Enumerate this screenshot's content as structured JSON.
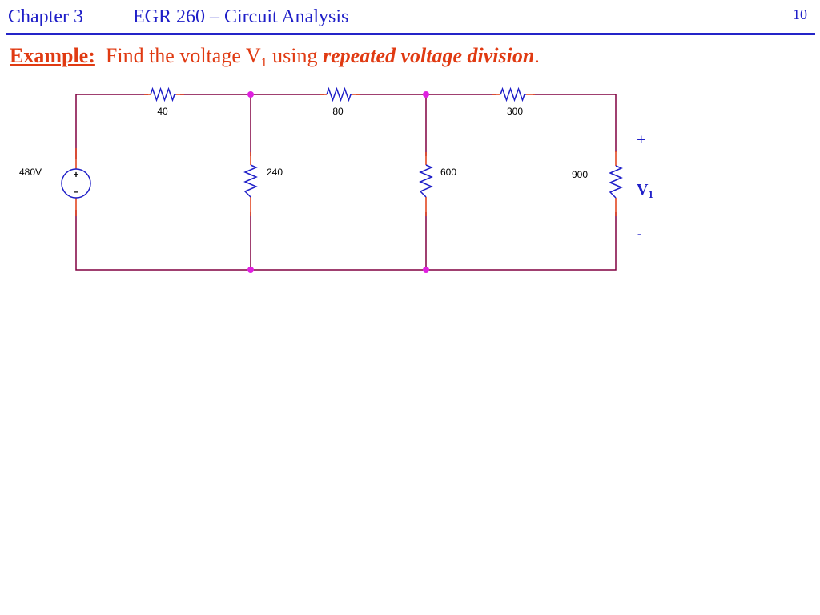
{
  "header": {
    "chapter": "Chapter 3",
    "course": "EGR 260 – Circuit Analysis",
    "page": "10"
  },
  "title": {
    "label": "Example:",
    "text_before": "Find the voltage V",
    "subscript": "1",
    "text_middle": " using ",
    "emphasis": "repeated voltage division",
    "period": "."
  },
  "circuit": {
    "source": {
      "value": "480V",
      "plus": "+",
      "minus": "–"
    },
    "resistors": [
      {
        "id": "r40",
        "value": "40"
      },
      {
        "id": "r240",
        "value": "240"
      },
      {
        "id": "r80",
        "value": "80"
      },
      {
        "id": "r600",
        "value": "600"
      },
      {
        "id": "r300",
        "value": "300"
      },
      {
        "id": "r900",
        "value": "900"
      }
    ],
    "output": {
      "plus": "+",
      "label": "V",
      "subscript": "1",
      "minus": "-"
    }
  },
  "colors": {
    "wire": "#800040",
    "lead": "#e03a12",
    "resistor": "#1f1fc8",
    "node": "#e020e0",
    "header": "#1f1fc8",
    "title": "#e03a12"
  }
}
